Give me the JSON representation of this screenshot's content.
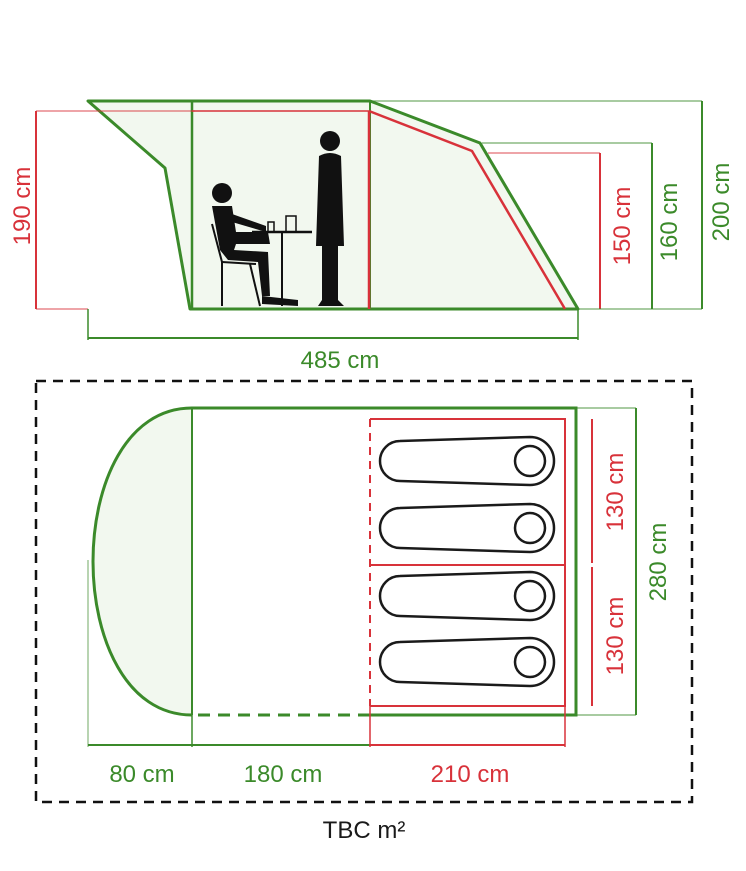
{
  "colors": {
    "outline_green": "#3b8a2a",
    "outline_dark_green": "#2f6e22",
    "fill_green": "#d9ead3",
    "room_red": "#d8323a",
    "figure_black": "#111111"
  },
  "icons": [
    "seated-person-icon",
    "standing-person-icon",
    "sleeping-bag-icon"
  ],
  "side_view": {
    "dim_190": "190 cm",
    "dim_150": "150 cm",
    "dim_160": "160 cm",
    "dim_200": "200 cm",
    "dim_485": "485 cm"
  },
  "floor_plan": {
    "dim_80": "80 cm",
    "dim_180": "180 cm",
    "dim_210": "210 cm",
    "dim_130_top": "130 cm",
    "dim_130_bottom": "130 cm",
    "dim_280": "280 cm",
    "sleeping_bag_count": 4
  },
  "footer": {
    "area": "TBC m²"
  }
}
